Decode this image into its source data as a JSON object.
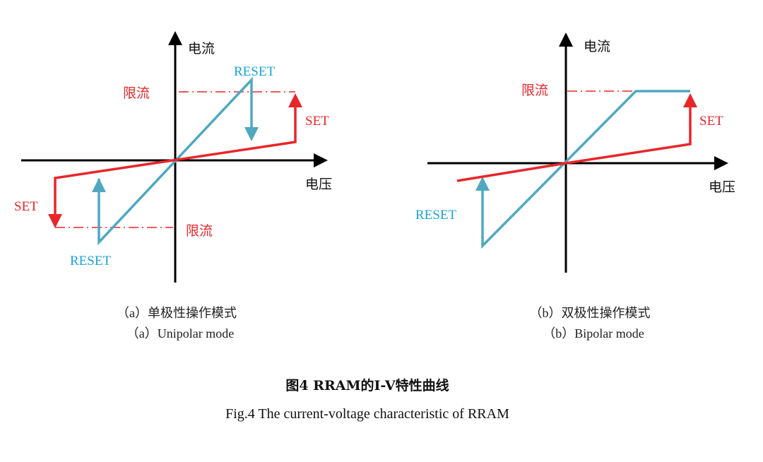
{
  "colors": {
    "set": "#e8262a",
    "reset_line": "#4fa8c0",
    "reset_text": "#1aa3d6",
    "axis": "#000000"
  },
  "panel_a": {
    "y_axis_label": "电流",
    "x_axis_label": "电压",
    "reset_top_label": "RESET",
    "reset_bottom_label": "RESET",
    "set_right_label": "SET",
    "set_left_label": "SET",
    "compliance_top_label": "限流",
    "compliance_bottom_label": "限流",
    "caption_cn": "（a）单极性操作模式",
    "caption_en": "（a）Unipolar mode"
  },
  "panel_b": {
    "y_axis_label": "电流",
    "x_axis_label": "电压",
    "reset_label": "RESET",
    "set_label": "SET",
    "compliance_label": "限流",
    "caption_cn": "（b）双极性操作模式",
    "caption_en": "（b）Bipolar mode"
  },
  "figure": {
    "title_cn": "图4  RRAM的I-V特性曲线",
    "title_en": "Fig.4  The current-voltage characteristic of RRAM"
  }
}
